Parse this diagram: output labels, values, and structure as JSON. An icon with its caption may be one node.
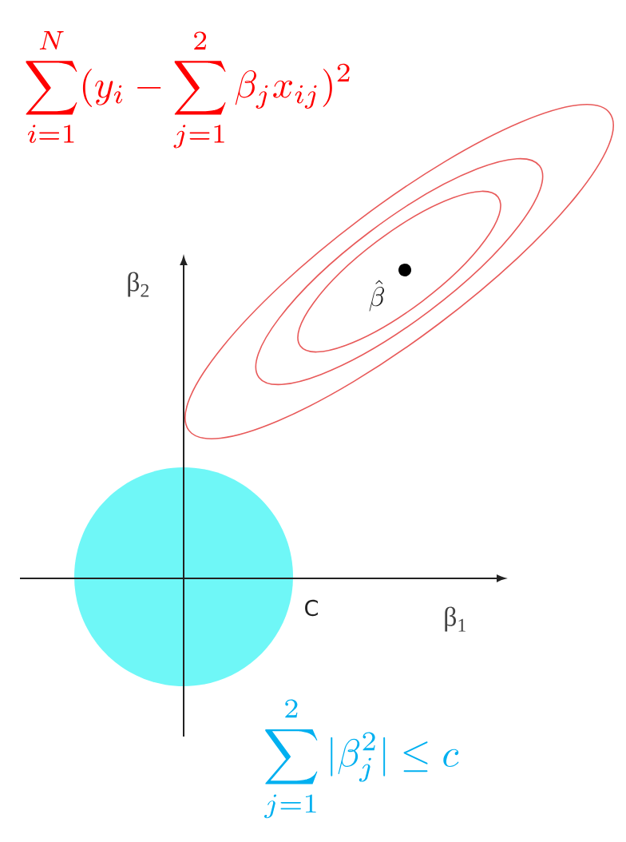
{
  "diagram": {
    "nodes": [
      {
        "text": [],
        "shape": "circle"
      }
    ],
    "labels": [
      "\\sum_{i=1}^{N}(y_i-\\sum_{j=1}^{2}\\beta_j x_{ij})^2",
      "β$_{2}$",
      "\\hat{\\beta}",
      "C",
      "β$_{1}$",
      "\\sum_{j=1}^{2}|\\beta_j^2|\\le c"
    ]
  }
}
